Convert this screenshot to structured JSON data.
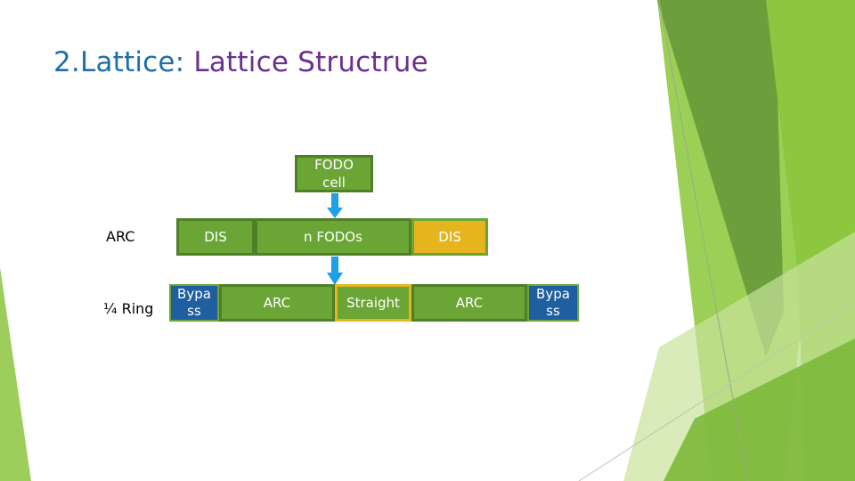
{
  "title": {
    "prefix": "2.Lattice: ",
    "main": "Lattice Structrue"
  },
  "labels": {
    "arc": "ARC",
    "quarter_ring": "¼ Ring"
  },
  "boxes": {
    "fodo_cell": "FODO\ncell",
    "dis_left": "DIS",
    "n_fodos": "n FODOs",
    "dis_right": "DIS",
    "bypass_left": "Bypa\nss",
    "arc_left": "ARC",
    "straight": "Straight",
    "arc_right": "ARC",
    "bypass_right": "Bypa\nss"
  },
  "colors": {
    "green_box": "#6aa535",
    "gold_box": "#e5b51e",
    "blue_box": "#1f5fa0",
    "arrow": "#1ea0e6",
    "title_prefix": "#1f6fa6",
    "title_main": "#6b2f8f"
  }
}
